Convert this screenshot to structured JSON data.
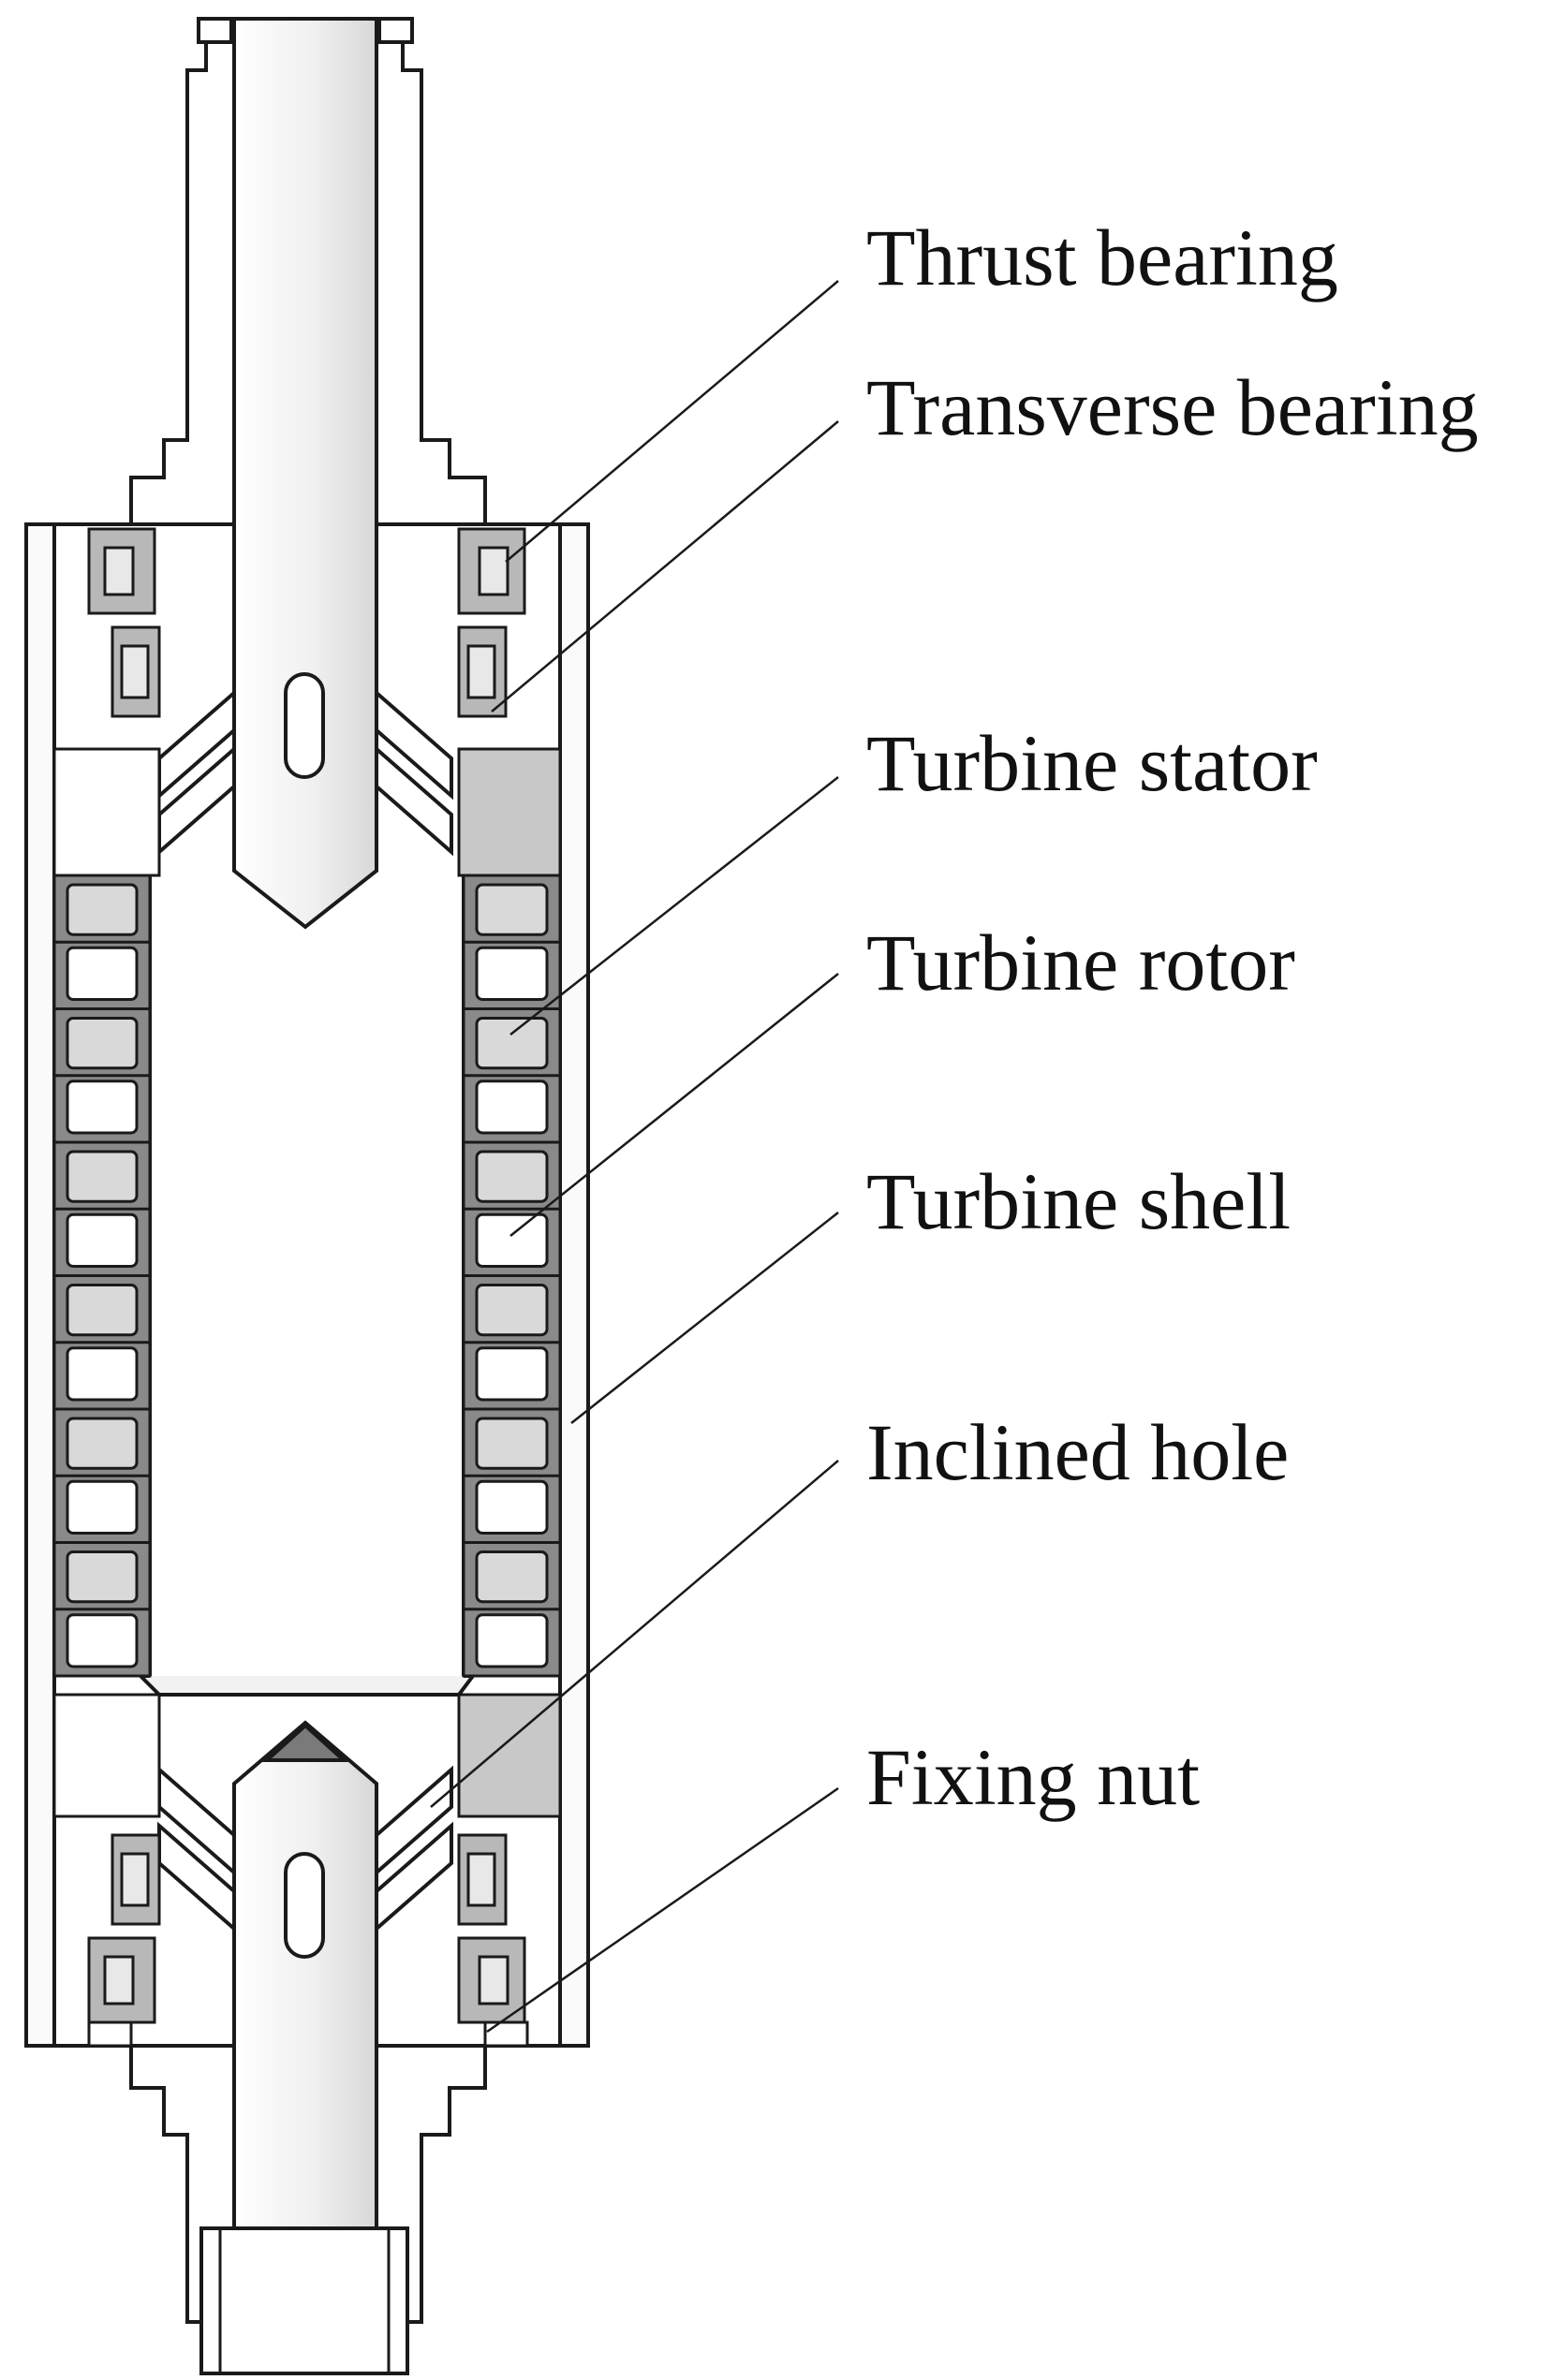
{
  "labels": {
    "thrust_bearing": "Thrust bearing",
    "transverse_bearing": "Transverse bearing",
    "turbine_stator": "Turbine stator",
    "turbine_rotor": "Turbine rotor",
    "turbine_shell": "Turbine shell",
    "inclined_hole": "Inclined hole",
    "fixing_nut": "Fixing nut"
  },
  "stage_count": 6,
  "colors": {
    "line": "#1a1a1a",
    "shaft_fill": "#f2f2f2",
    "shell_fill": "#fafafa",
    "bearing_fill": "#b8b8b8",
    "turbine_fill": "#8a8a8a",
    "blade_fill": "#d9d9d9",
    "chamber_shade": "#c8c8c8"
  }
}
